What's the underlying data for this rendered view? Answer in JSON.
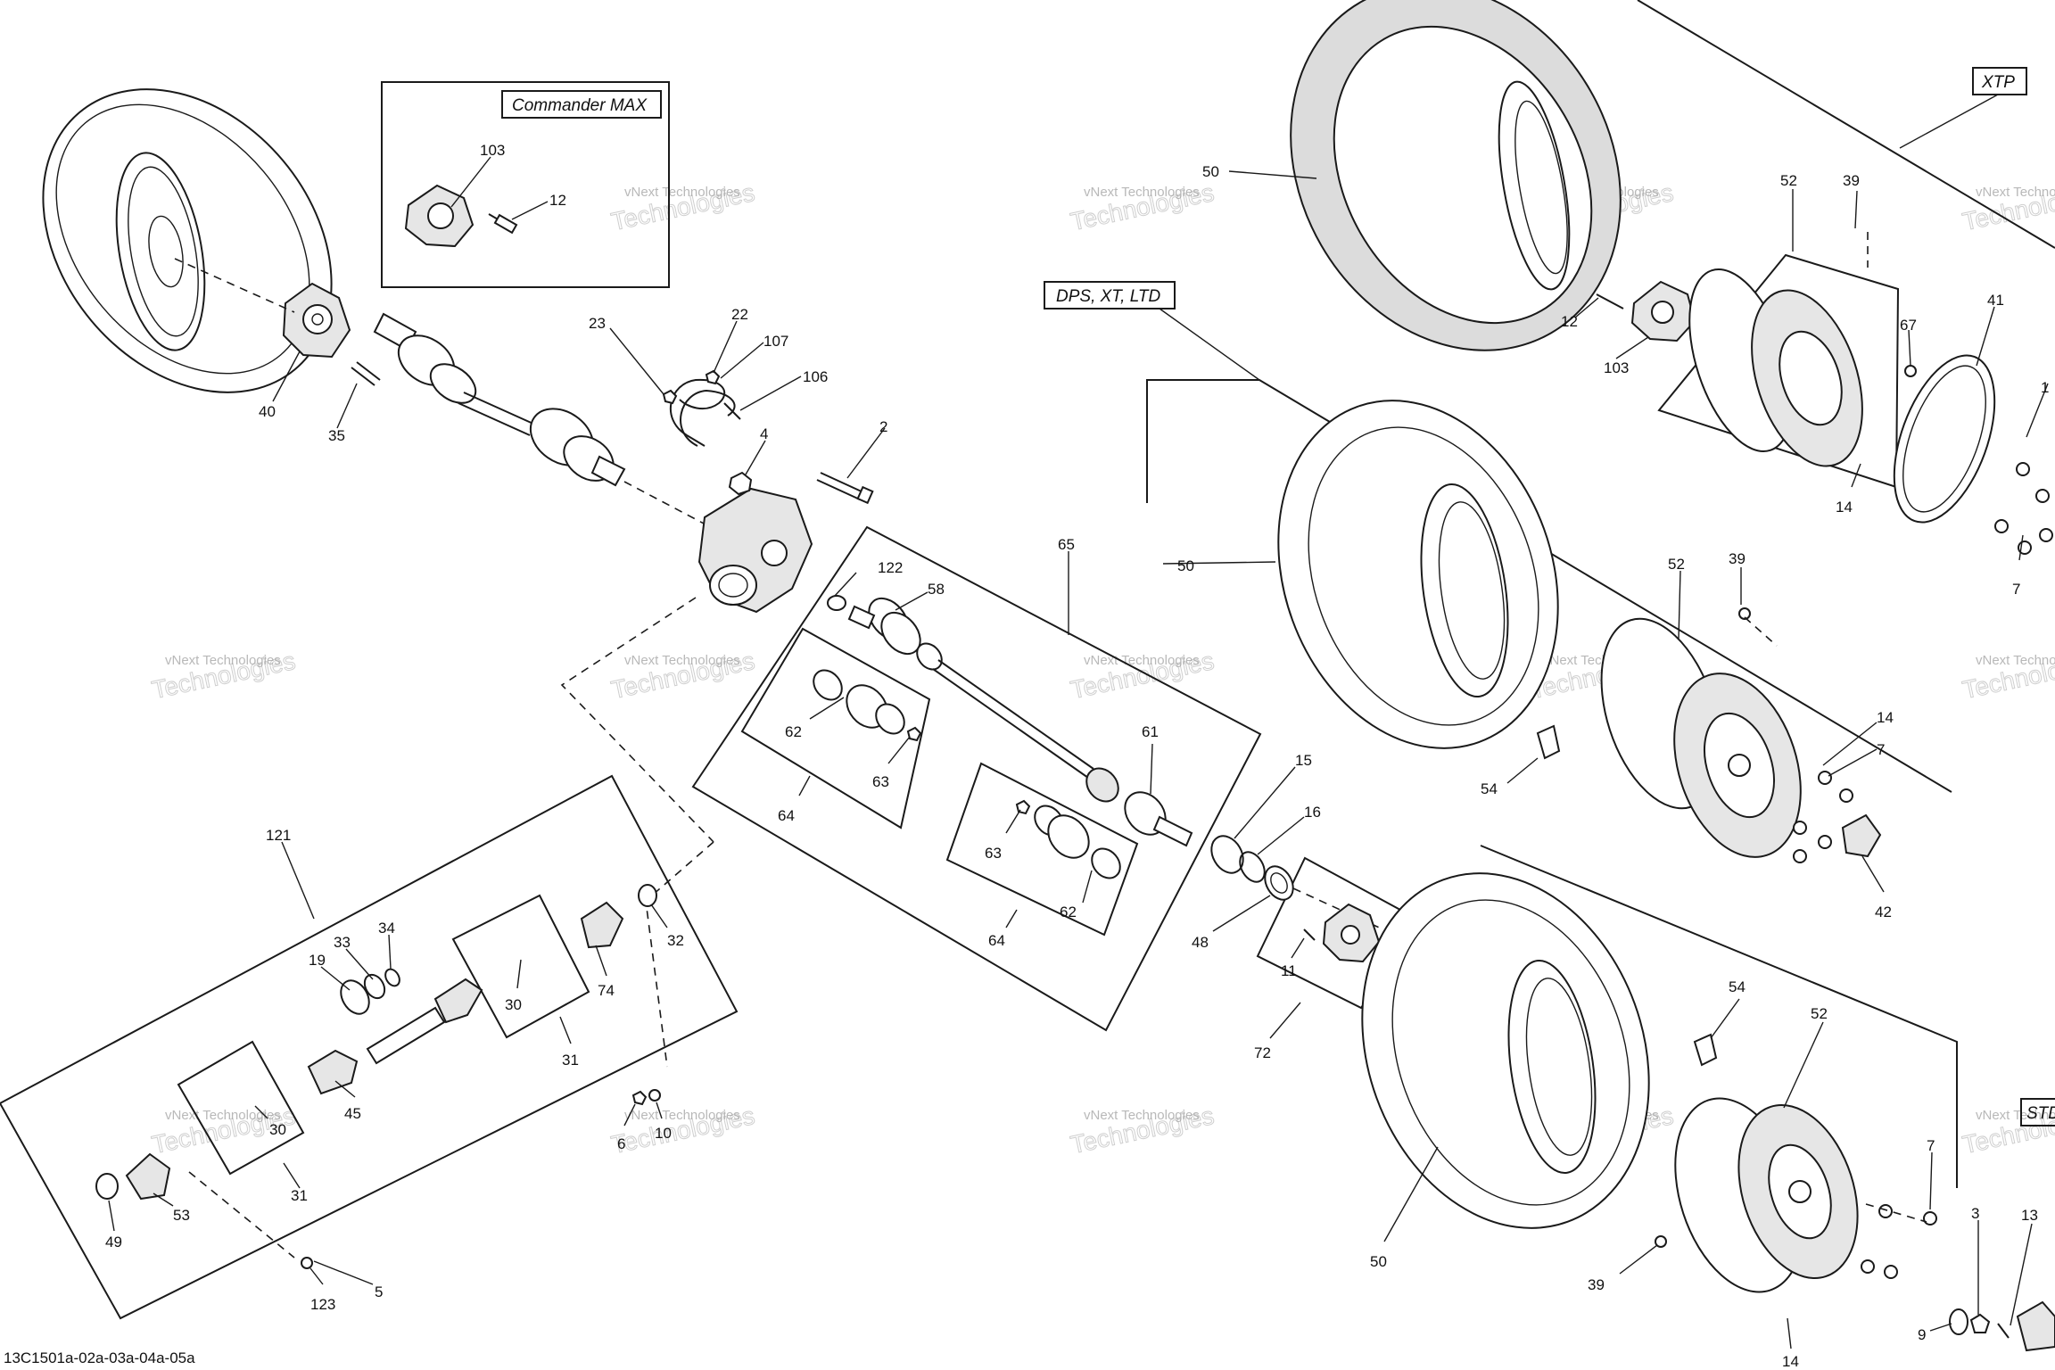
{
  "diagram": {
    "footer_code": "13C1501a-02a-03a-04a-05a",
    "watermark": {
      "line1": "vNext Technologies",
      "line2": "Technologies"
    },
    "boxes": {
      "commander_max": "Commander MAX",
      "dps_xt_ltd": "DPS, XT, LTD",
      "xtp": "XTP",
      "std": "STD"
    },
    "callouts": {
      "c103a": "103",
      "c12a": "12",
      "c40": "40",
      "c35": "35",
      "c22": "22",
      "c107": "107",
      "c23": "23",
      "c106": "106",
      "c4": "4",
      "c2": "2",
      "c122": "122",
      "c58": "58",
      "c65": "65",
      "c62a": "62",
      "c63a": "63",
      "c64a": "64",
      "c61": "61",
      "c63b": "63",
      "c62b": "62",
      "c64b": "64",
      "c15": "15",
      "c16": "16",
      "c48": "48",
      "c11": "11",
      "c72": "72",
      "c121": "121",
      "c33": "33",
      "c34": "34",
      "c19": "19",
      "c30a": "30",
      "c74": "74",
      "c31a": "31",
      "c32": "32",
      "c45": "45",
      "c30b": "30",
      "c31b": "31",
      "c53": "53",
      "c49": "49",
      "c6": "6",
      "c10": "10",
      "c123": "123",
      "c5": "5",
      "c50a": "50",
      "c52a": "52",
      "c39a": "39",
      "c12b": "12",
      "c103b": "103",
      "c67": "67",
      "c41": "41",
      "c1": "1",
      "c14a": "14",
      "c7a": "7",
      "c50b": "50",
      "c52b": "52",
      "c39b": "39",
      "c14b": "14",
      "c7b": "7",
      "c54a": "54",
      "c42": "42",
      "c50c": "50",
      "c54b": "54",
      "c52c": "52",
      "c7c": "7",
      "c3": "3",
      "c13": "13",
      "c39c": "39",
      "c9": "9",
      "c14c": "14"
    }
  }
}
